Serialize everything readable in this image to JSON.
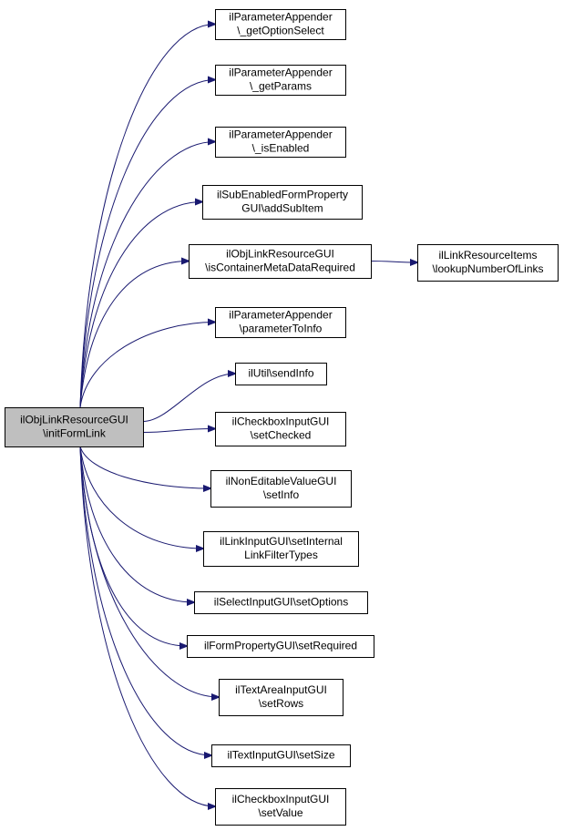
{
  "colors": {
    "edge": "#191970",
    "node_fill": "#ffffff",
    "root_fill": "#bfbfbf",
    "border": "#000000"
  },
  "nodes": [
    {
      "id": "root",
      "lines": [
        "ilObjLinkResourceGUI",
        "\\initFormLink"
      ],
      "root": true
    },
    {
      "id": "n1",
      "lines": [
        "ilParameterAppender",
        "\\_getOptionSelect"
      ]
    },
    {
      "id": "n2",
      "lines": [
        "ilParameterAppender",
        "\\_getParams"
      ]
    },
    {
      "id": "n3",
      "lines": [
        "ilParameterAppender",
        "\\_isEnabled"
      ]
    },
    {
      "id": "n4",
      "lines": [
        "ilSubEnabledFormProperty",
        "GUI\\addSubItem"
      ]
    },
    {
      "id": "n5",
      "lines": [
        "ilObjLinkResourceGUI",
        "\\isContainerMetaDataRequired"
      ]
    },
    {
      "id": "n6",
      "lines": [
        "ilLinkResourceItems",
        "\\lookupNumberOfLinks"
      ]
    },
    {
      "id": "n7",
      "lines": [
        "ilParameterAppender",
        "\\parameterToInfo"
      ]
    },
    {
      "id": "n8",
      "lines": [
        "ilUtil\\sendInfo"
      ]
    },
    {
      "id": "n9",
      "lines": [
        "ilCheckboxInputGUI",
        "\\setChecked"
      ]
    },
    {
      "id": "n10",
      "lines": [
        "ilNonEditableValueGUI",
        "\\setInfo"
      ]
    },
    {
      "id": "n11",
      "lines": [
        "ilLinkInputGUI\\setInternal",
        "LinkFilterTypes"
      ]
    },
    {
      "id": "n12",
      "lines": [
        "ilSelectInputGUI\\setOptions"
      ]
    },
    {
      "id": "n13",
      "lines": [
        "ilFormPropertyGUI\\setRequired"
      ]
    },
    {
      "id": "n14",
      "lines": [
        "ilTextAreaInputGUI",
        "\\setRows"
      ]
    },
    {
      "id": "n15",
      "lines": [
        "ilTextInputGUI\\setSize"
      ]
    },
    {
      "id": "n16",
      "lines": [
        "ilCheckboxInputGUI",
        "\\setValue"
      ]
    }
  ],
  "edges": [
    {
      "from": "root",
      "to": "n1"
    },
    {
      "from": "root",
      "to": "n2"
    },
    {
      "from": "root",
      "to": "n3"
    },
    {
      "from": "root",
      "to": "n4"
    },
    {
      "from": "root",
      "to": "n5"
    },
    {
      "from": "n5",
      "to": "n6"
    },
    {
      "from": "root",
      "to": "n7"
    },
    {
      "from": "root",
      "to": "n8"
    },
    {
      "from": "root",
      "to": "n9"
    },
    {
      "from": "root",
      "to": "n10"
    },
    {
      "from": "root",
      "to": "n11"
    },
    {
      "from": "root",
      "to": "n12"
    },
    {
      "from": "root",
      "to": "n13"
    },
    {
      "from": "root",
      "to": "n14"
    },
    {
      "from": "root",
      "to": "n15"
    },
    {
      "from": "root",
      "to": "n16"
    }
  ]
}
